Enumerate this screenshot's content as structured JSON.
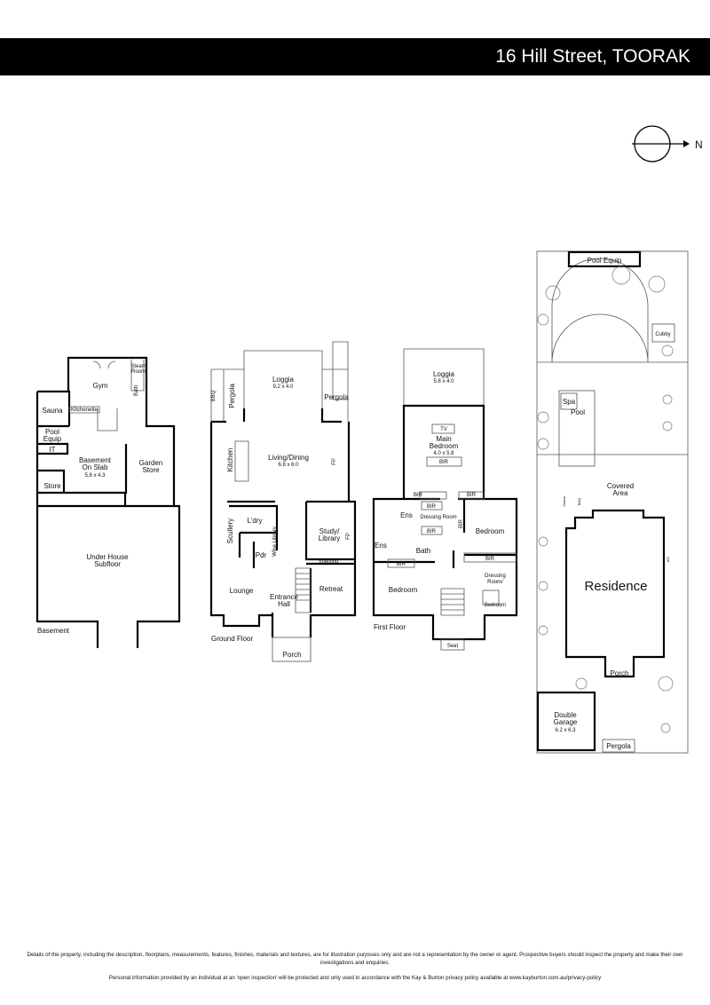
{
  "header": {
    "title": "16 Hill Street, TOORAK"
  },
  "compass": {
    "label": "N",
    "icon": "north-arrow-icon"
  },
  "basement": {
    "label": "Basement",
    "rooms": {
      "gym": "Gym",
      "steam_room_1": "Steam",
      "steam_room_2": "Room",
      "bath": "Bath",
      "sauna": "Sauna",
      "kitchenette": "Kitchenette",
      "pool_equip_1": "Pool",
      "pool_equip_2": "Equip",
      "it": "IT",
      "basement_1": "Basement",
      "basement_2": "On Slab",
      "basement_dim": "5.8 x 4.3",
      "store": "Store",
      "garden_store_1": "Garden",
      "garden_store_2": "Store",
      "subfloor_1": "Under House",
      "subfloor_2": "Subfloor"
    }
  },
  "ground_floor": {
    "label": "Ground Floor",
    "rooms": {
      "loggia": "Loggia",
      "loggia_dim": "9.2 x 4.0",
      "bbq": "BBQ",
      "pergola_left": "Pergola",
      "pergola_right": "Pergola",
      "kitchen": "Kitchen",
      "living": "Living/Dining",
      "living_dim": "6.8 x 6.0",
      "fp1": "FP",
      "scullery": "Scullery",
      "laundry": "L'dry",
      "wine_library": "Wine Library",
      "pdr": "Pdr",
      "study_1": "Study/",
      "study_2": "Library",
      "fp2": "FP",
      "shelving": "Shelving",
      "lounge": "Lounge",
      "entrance_1": "Entrance",
      "entrance_2": "Hall",
      "retreat": "Retreat",
      "porch": "Porch"
    }
  },
  "first_floor": {
    "label": "First Floor",
    "rooms": {
      "loggia": "Loggia",
      "loggia_dim": "5.8 x 4.0",
      "tv": "TV",
      "main_1": "Main",
      "main_2": "Bedroom",
      "main_dim": "4.0 x 5.8",
      "bir_main": "BIR",
      "bir_l": "BIR",
      "bir_r": "BIR",
      "bir_ens": "BIR",
      "ens": "Ens",
      "dressing": "Dressing Room",
      "bir_v": "BIR",
      "bir_bath": "BIR",
      "ens2": "Ens",
      "bath": "Bath",
      "bir_low": "BIR",
      "bedroom_r": "Bedroom",
      "bir_mid": "BIR",
      "dress2_1": "Dressing",
      "dress2_2": "Room/",
      "dress2_3": "Bedroom",
      "bedroom_l": "Bedroom",
      "seat": "Seat"
    }
  },
  "site_plan": {
    "rooms": {
      "pool_equip": "Pool Equip",
      "cubby": "Cubby",
      "spa": "Spa",
      "pool": "Pool",
      "covered_1": "Covered",
      "covered_2": "Area",
      "sauna": "Sauna",
      "bbq": "BBQ",
      "ac": "A/C",
      "residence": "Residence",
      "porch": "Porch",
      "garage_1": "Double",
      "garage_2": "Garage",
      "garage_dim": "6.2 x 6.3",
      "pergola": "Pergola"
    }
  },
  "footer": {
    "disclaimer": "Details of the property, including the description, floorplans, measurements, features, finishes, materials and textures, are for illustration purposes only and are not a representation by the owner or agent.  Prospective buyers should inspect the property and make their own investigations and enquiries.",
    "privacy": "Personal information provided by an individual at an 'open inspection' will be protected and only used in accordance with the Kay & Burton privacy policy available at www.kayburton.com.au/privacy-policy"
  }
}
